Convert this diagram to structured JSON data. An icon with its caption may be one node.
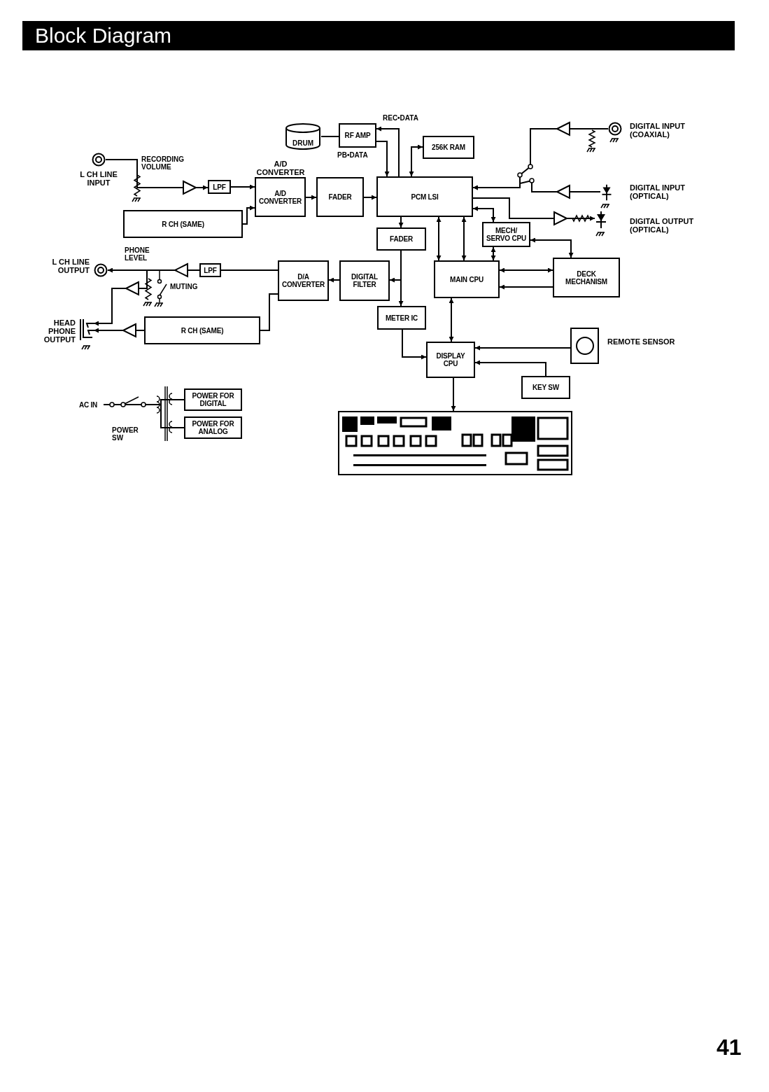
{
  "diagram": {
    "title": "Block Diagram",
    "nodes": [
      {
        "text": [
          "DRUM"
        ]
      },
      {
        "text": [
          "RF AMP"
        ]
      },
      {
        "text": [],
        "shape": "circle",
        "beside": [
          "L CH LINE INPUT"
        ]
      },
      {
        "text": [
          "256K RAM"
        ]
      },
      {
        "text": [
          "A/D CONVERTER"
        ],
        "beside": [
          "A/D CONVERTER"
        ]
      },
      {
        "text": [
          "FADER"
        ]
      },
      {
        "text": [
          "PCM LSI"
        ]
      },
      {
        "text": [
          "LPF"
        ]
      },
      {
        "text": [],
        "shape": "circle",
        "beside": [
          "DIGITAL INPUT (COAXIAL)"
        ]
      },
      {
        "text": [],
        "shape": "diode",
        "beside": [
          "DIGITAL INPUT (OPTICAL)"
        ]
      },
      {
        "text": [
          "R CH (SAME)"
        ]
      },
      {
        "text": [],
        "shape": "diode",
        "beside": [
          "DIGITAL OUTPUT (OPTICAL)"
        ]
      },
      {
        "text": [
          "FADER"
        ]
      },
      {
        "text": [
          "MECH/ SERVO CPU"
        ]
      },
      {
        "text": [],
        "shape": "circle",
        "beside": [
          "L CH LINE OUTPUT"
        ]
      },
      {
        "text": [
          "LPF"
        ]
      },
      {
        "text": [
          "D/A CONVERTER"
        ]
      },
      {
        "text": [
          "DIGITAL FILTER"
        ]
      },
      {
        "text": [
          "MAIN CPU"
        ]
      },
      {
        "text": [
          "DECK MECHANISM"
        ]
      },
      {
        "text": [
          "METER IC"
        ]
      },
      {
        "text": [],
        "shape": "jack",
        "beside": [
          "HEAD PHONE OUTPUT"
        ]
      },
      {
        "text": [
          "R CH (SAME)"
        ]
      },
      {
        "text": [],
        "shape": "box",
        "beside": [
          "REMOTE SENSOR"
        ]
      },
      {
        "text": [
          "DISPLAY CPU"
        ]
      },
      {
        "text": [
          "AC IN"
        ]
      },
      {
        "text": [
          "POWER FOR DIGITAL"
        ]
      },
      {
        "text": [
          "KEY SW"
        ]
      },
      {
        "text": [
          "POWER FOR ANALOG"
        ]
      },
      {
        "text": [],
        "shape": "picture"
      }
    ],
    "edges": [
      {
        "from": 2,
        "to": 7,
        "arrow": "to"
      },
      {
        "from": 7,
        "to": 4,
        "arrow": "to"
      },
      {
        "from": 10,
        "to": 4,
        "arrow": "to"
      },
      {
        "from": 4,
        "to": 5,
        "arrow": "to"
      },
      {
        "from": 5,
        "to": 6,
        "arrow": "to"
      },
      {
        "from": 0,
        "to": 1,
        "arrow": "none"
      },
      {
        "from": 6,
        "to": 1,
        "arrow": "to",
        "label": "REC•DATA"
      },
      {
        "from": 1,
        "to": 6,
        "arrow": "to",
        "label": "PB•DATA"
      },
      {
        "from": 6,
        "to": 3,
        "arrow": "both"
      },
      {
        "from": 8,
        "to": 6,
        "arrow": "to"
      },
      {
        "from": 9,
        "to": 6,
        "arrow": "to"
      },
      {
        "from": 6,
        "to": 11,
        "arrow": "to"
      },
      {
        "from": 6,
        "to": 12,
        "arrow": "to"
      },
      {
        "from": 12,
        "to": 20,
        "arrow": "to"
      },
      {
        "from": 12,
        "to": 17,
        "arrow": "to"
      },
      {
        "from": 17,
        "to": 16,
        "arrow": "to"
      },
      {
        "from": 16,
        "to": 15,
        "arrow": "none"
      },
      {
        "from": 15,
        "to": 14,
        "arrow": "to"
      },
      {
        "from": 15,
        "to": 21,
        "arrow": "to"
      },
      {
        "from": 16,
        "to": 22,
        "arrow": "none"
      },
      {
        "from": 22,
        "to": 21,
        "arrow": "to"
      },
      {
        "from": 6,
        "to": 18,
        "arrow": "both"
      },
      {
        "from": 6,
        "to": 18,
        "arrow": "both"
      },
      {
        "from": 6,
        "to": 13,
        "arrow": "both"
      },
      {
        "from": 13,
        "to": 18,
        "arrow": "both"
      },
      {
        "from": 13,
        "to": 19,
        "arrow": "both"
      },
      {
        "from": 18,
        "to": 19,
        "arrow": "both"
      },
      {
        "from": 19,
        "to": 18,
        "arrow": "to"
      },
      {
        "from": 18,
        "to": 24,
        "arrow": "both"
      },
      {
        "from": 20,
        "to": 24,
        "arrow": "to"
      },
      {
        "from": 23,
        "to": 24,
        "arrow": "to"
      },
      {
        "from": 27,
        "to": 24,
        "arrow": "to"
      },
      {
        "from": 24,
        "to": 29,
        "arrow": "to"
      },
      {
        "from": 25,
        "to": 26,
        "arrow": "none"
      },
      {
        "from": 25,
        "to": 28,
        "arrow": "none"
      }
    ],
    "labels": [
      "RECORDING VOLUME",
      "PHONE LEVEL",
      "MUTING",
      "POWER SW",
      "41"
    ]
  }
}
